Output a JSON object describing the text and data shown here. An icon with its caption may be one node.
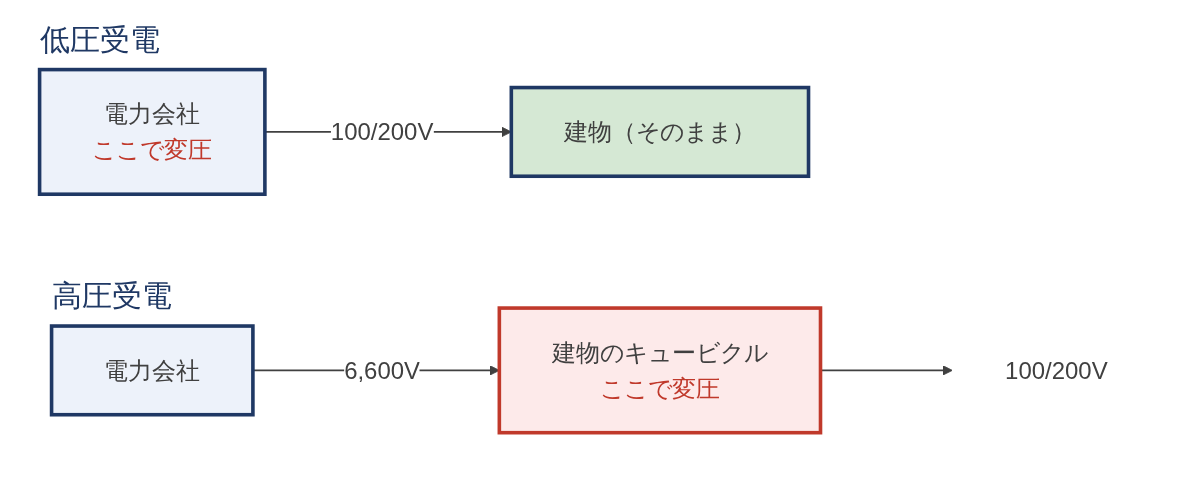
{
  "diagram": {
    "nodes": [
      {
        "text": [
          "電力会社",
          "ここで変圧"
        ]
      },
      {
        "text": [
          "建物（そのまま）"
        ]
      },
      {
        "text": [
          "電力会社"
        ]
      },
      {
        "text": [
          "建物のキュービクル",
          "ここで変圧"
        ]
      },
      {
        "text": [
          "100/200V"
        ]
      }
    ],
    "edges": [
      {
        "from": 0,
        "to": 1,
        "arrow": "to",
        "label": "100/200V"
      },
      {
        "from": 2,
        "to": 3,
        "arrow": "to",
        "label": "6,600V"
      },
      {
        "from": 3,
        "to": 4,
        "arrow": "to"
      }
    ],
    "labels": [
      "低圧受電",
      "高圧受電"
    ]
  }
}
